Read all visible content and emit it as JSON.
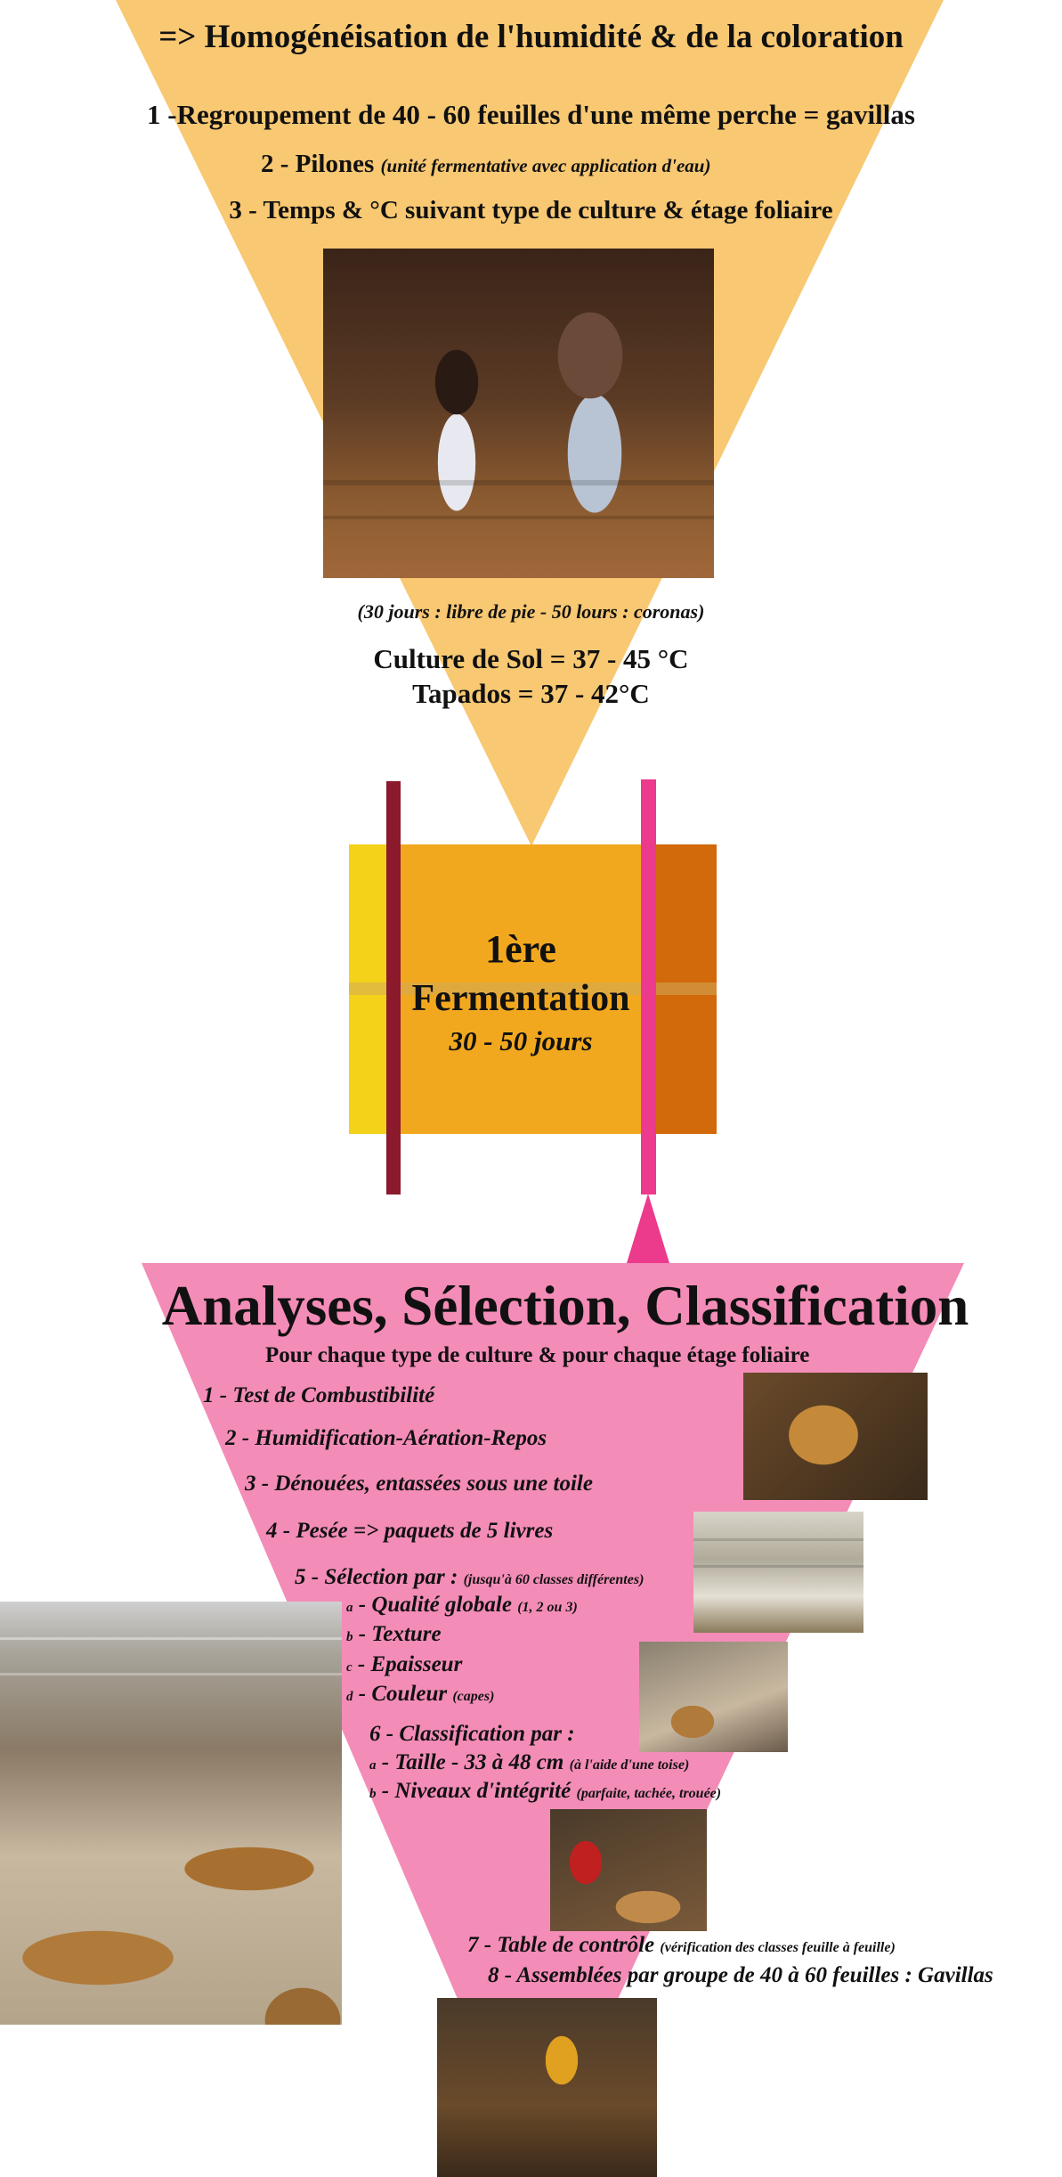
{
  "top": {
    "heading": "=> Homogénéisation de l'humidité & de la coloration",
    "step1": "1 -Regroupement de 40 - 60 feuilles d'une même perche = gavillas",
    "step2_main": "2 - Pilones",
    "step2_note": "(unité  fermentative avec application d'eau)",
    "step3": "3 - Temps & °C suivant type de culture & étage foliaire",
    "duration_note": "(30 jours : libre de pie - 50 lours : coronas)",
    "temp_sol": "Culture de Sol = 37 - 45 °C",
    "temp_tapados": "Tapados = 37 - 42°C"
  },
  "box": {
    "line1": "1ère",
    "line2": "Fermentation",
    "line3": "30 - 50 jours"
  },
  "analyses": {
    "title": "Analyses, Sélection, Classification",
    "subtitle": "Pour chaque type de culture & pour chaque étage foliaire",
    "s1": "1 - Test de Combustibilité",
    "s2": "2 - Humidification-Aération-Repos",
    "s3": "3 - Dénouées, entassées sous une toile",
    "s4": "4 - Pesée => paquets de 5 livres",
    "s5_main": "5 - Sélection par :",
    "s5_note": "(jusqu'à 60 classes différentes)",
    "s5a_letter": "a",
    "s5a_main": "- Qualité globale",
    "s5a_note": "(1, 2 ou 3)",
    "s5b_letter": "b",
    "s5b_main": "- Texture",
    "s5c_letter": "c",
    "s5c_main": "- Epaisseur",
    "s5d_letter": "d",
    "s5d_main": "- Couleur",
    "s5d_note": "(capes)",
    "s6_main": "6 - Classification par :",
    "s6a_letter": "a",
    "s6a_main": "- Taille - 33 à 48 cm",
    "s6a_note": "(à l'aide d'une toise)",
    "s6b_letter": "b",
    "s6b_main": "- Niveaux d'intégrité",
    "s6b_note": "(parfaite, tachée, trouée)",
    "s7_main": "7 - Table de contrôle",
    "s7_note": "(vérification des classes  feuille à feuille)",
    "s8": "8 - Assemblées par groupe de 40 à 60 feuilles : Gavillas"
  },
  "colors": {
    "top_triangle": "#f8c872",
    "box_left": "#f5d21a",
    "box_mid": "#f2a81e",
    "box_right": "#d2690a",
    "bar_dark": "#8a1a2c",
    "bar_pink": "#ec3a8c",
    "pink_triangle": "#f48cb8"
  }
}
